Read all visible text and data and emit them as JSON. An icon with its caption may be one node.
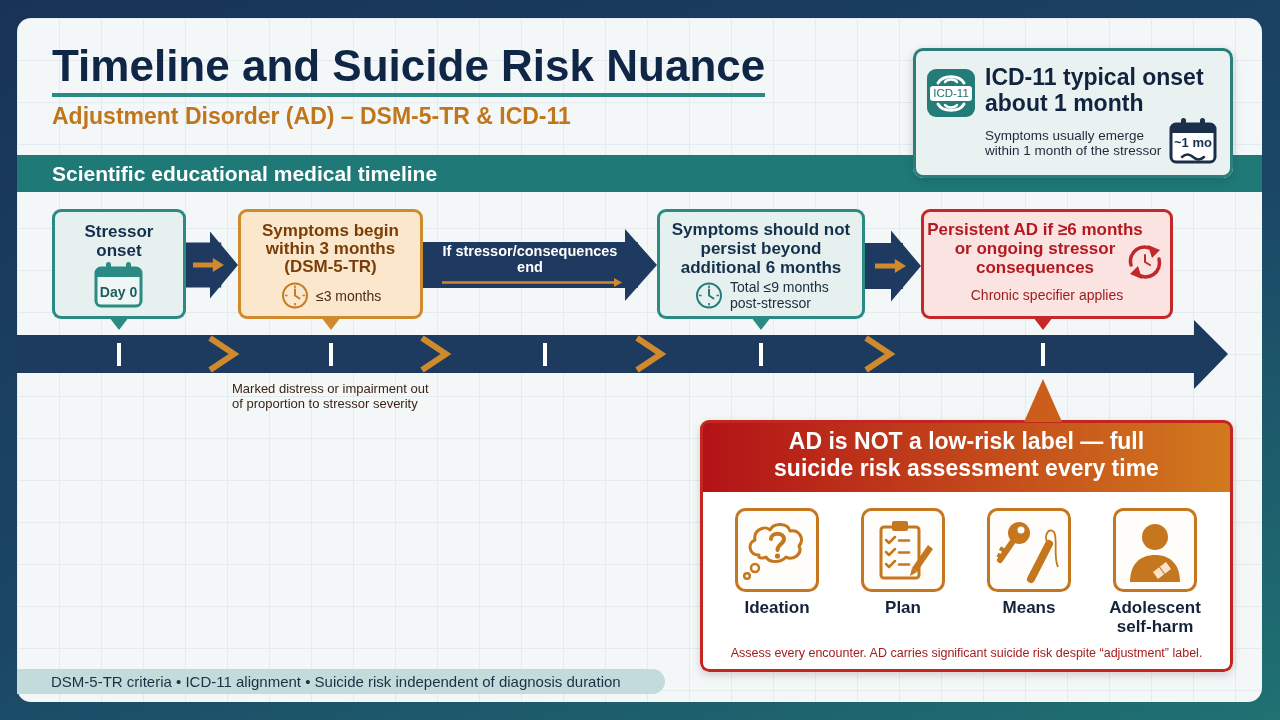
{
  "diagram": {
    "title": "Timeline and Suicide Risk Nuance",
    "nodes": [
      {
        "text": [
          "ICD-11",
          "ICD-11 typical onset about 1 month",
          "Symptoms usually emerge within 1 month of the stressor",
          "~1 mo"
        ]
      },
      {
        "text": [
          "Scientific educational medical timeline"
        ]
      },
      {
        "text": [
          "Stressor onset",
          "Day 0"
        ]
      },
      {
        "text": [
          "Symptoms begin within 3 months (DSM-5-TR)",
          "≤3 months"
        ]
      },
      {
        "text": [
          "Symptoms should not persist beyond additional 6 months",
          "Total ≤9 months post-stressor"
        ]
      },
      {
        "text": [
          "Persistent AD if ≥6 months or ongoing stressor consequences",
          "Chronic specifier applies"
        ]
      },
      {
        "text": [
          "AD is NOT a low-risk label — full suicide risk assessment every time",
          "Ideation",
          "Plan",
          "Means",
          "Adolescent self-harm",
          "Assess every encounter. AD carries significant suicide risk despite “adjustment” label."
        ]
      },
      {
        "text": [
          "DSM-5-TR criteria • ICD-11 alignment • Suicide risk independent of diagnosis duration"
        ]
      }
    ],
    "edges": [
      {
        "from": 2,
        "to": 3,
        "arrow": "to"
      },
      {
        "from": 3,
        "to": 4,
        "arrow": "to",
        "label": "If stressor/consequences end"
      },
      {
        "from": 4,
        "to": 5,
        "arrow": "to"
      }
    ],
    "labels": [
      "Adjustment Disorder (AD) – DSM-5-TR & ICD-11",
      "Marked distress or impairment out of proportion to stressor severity"
    ]
  }
}
